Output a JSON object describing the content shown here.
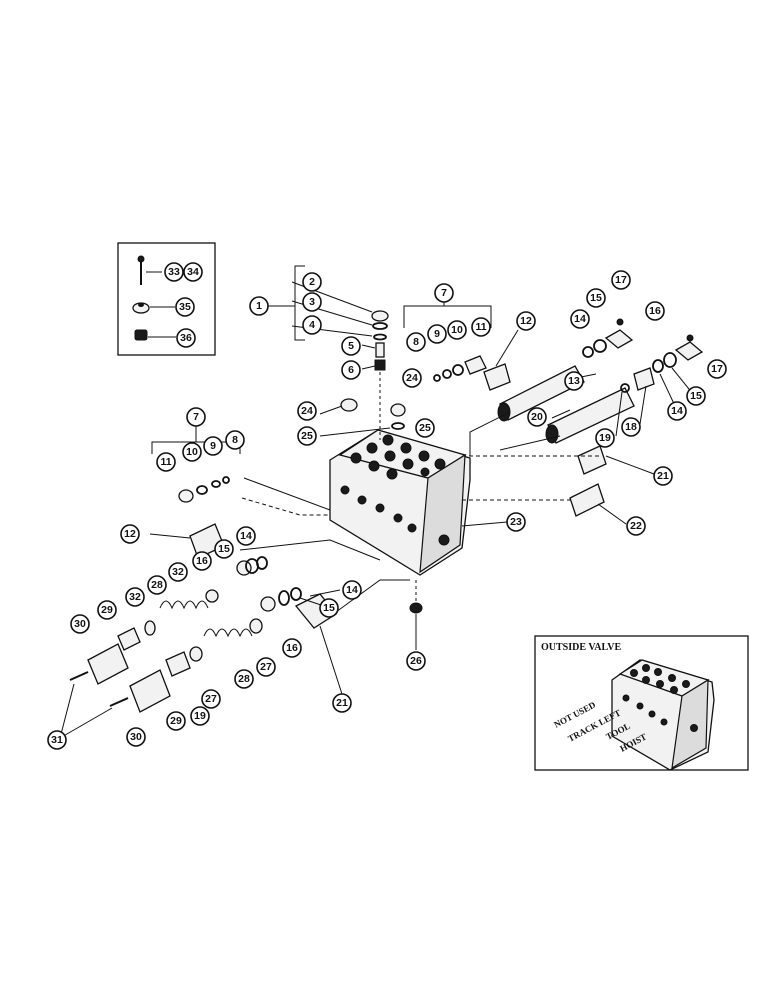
{
  "inset": {
    "title": "OUTSIDE VALVE",
    "ports": [
      "NOT USED",
      "TRACK LEFT",
      "TOOL",
      "HOIST"
    ]
  },
  "callouts": {
    "c1": "1",
    "c2": "2",
    "c3": "3",
    "c4": "4",
    "c5": "5",
    "c6": "6",
    "c7a": "7",
    "c7b": "7",
    "c8a": "8",
    "c8b": "8",
    "c9a": "9",
    "c9b": "9",
    "c10a": "10",
    "c10b": "10",
    "c11a": "11",
    "c11b": "11",
    "c12a": "12",
    "c12b": "12",
    "c13": "13",
    "c14a": "14",
    "c14b": "14",
    "c14c": "14",
    "c14d": "14",
    "c15a": "15",
    "c15b": "15",
    "c15c": "15",
    "c15d": "15",
    "c16a": "16",
    "c16b": "16",
    "c16c": "16",
    "c17a": "17",
    "c17b": "17",
    "c18": "18",
    "c19a": "19",
    "c19b": "19",
    "c20": "20",
    "c21a": "21",
    "c21b": "21",
    "c22": "22",
    "c23": "23",
    "c24a": "24",
    "c24b": "24",
    "c25a": "25",
    "c25b": "25",
    "c26": "26",
    "c27a": "27",
    "c27b": "27",
    "c28a": "28",
    "c28b": "28",
    "c29a": "29",
    "c29b": "29",
    "c30a": "30",
    "c30b": "30",
    "c31": "31",
    "c32a": "32",
    "c32b": "32",
    "c33": "33",
    "c34": "34",
    "c35": "35",
    "c36": "36"
  }
}
